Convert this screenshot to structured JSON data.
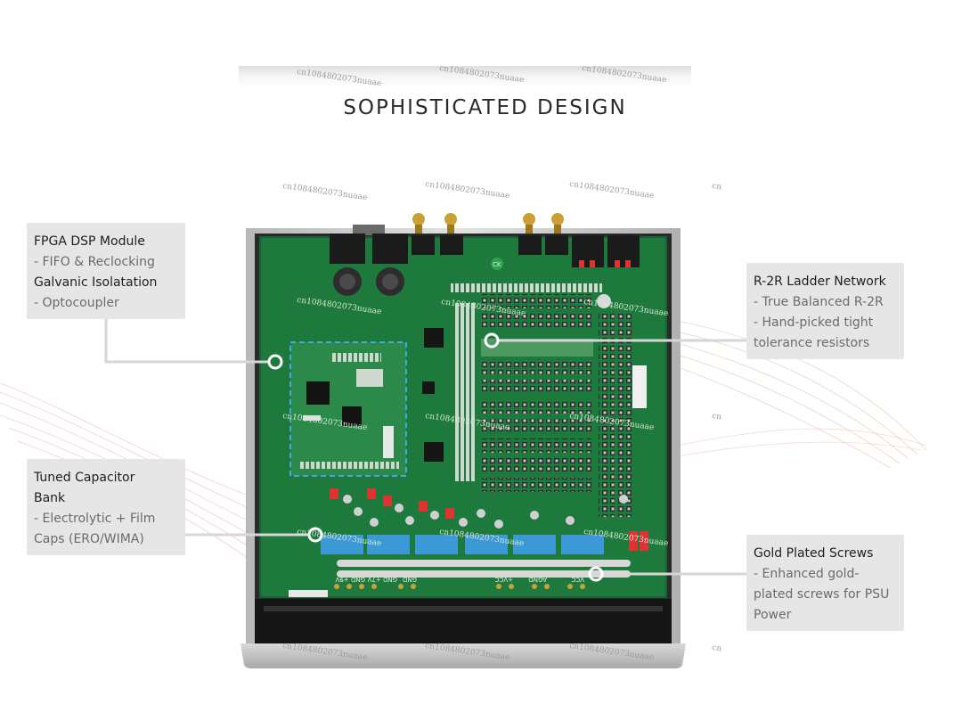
{
  "title": "SOPHISTICATED DESIGN",
  "watermark": "cn1084802073nuaae",
  "watermark_short": "cn",
  "callouts": {
    "fpga": {
      "line1": "FPGA DSP Module",
      "line2": "- FIFO & Reclocking",
      "line3": "Galvanic Isolatation",
      "line4": "- Optocoupler"
    },
    "capacitor": {
      "line1": "Tuned Capacitor",
      "line2": "Bank",
      "line3": "- Electrolytic + Film",
      "line4": "Caps (ERO/WIMA)"
    },
    "r2r": {
      "line1": "R-2R Ladder Network",
      "line2": "- True Balanced R-2R",
      "line3": "- Hand-picked tight",
      "line4": "tolerance resistors"
    },
    "screws": {
      "line1": "Gold Plated Screws",
      "line2": "- Enhanced gold-",
      "line3": "plated screws for PSU",
      "line4": "Power"
    }
  },
  "pcb": {
    "bottom_labels": {
      "a": "GND +9V",
      "b": "GND +7V",
      "c": "GND",
      "d": "+VCC",
      "e": "AGND",
      "f": "VCC"
    },
    "small_label": "CK"
  },
  "colors": {
    "pcb": "#1e7a3c",
    "callout_bg": "#e6e6e6",
    "capacitor_blue": "#3b9ad6",
    "dsp_outline": "#3fa9e6"
  }
}
